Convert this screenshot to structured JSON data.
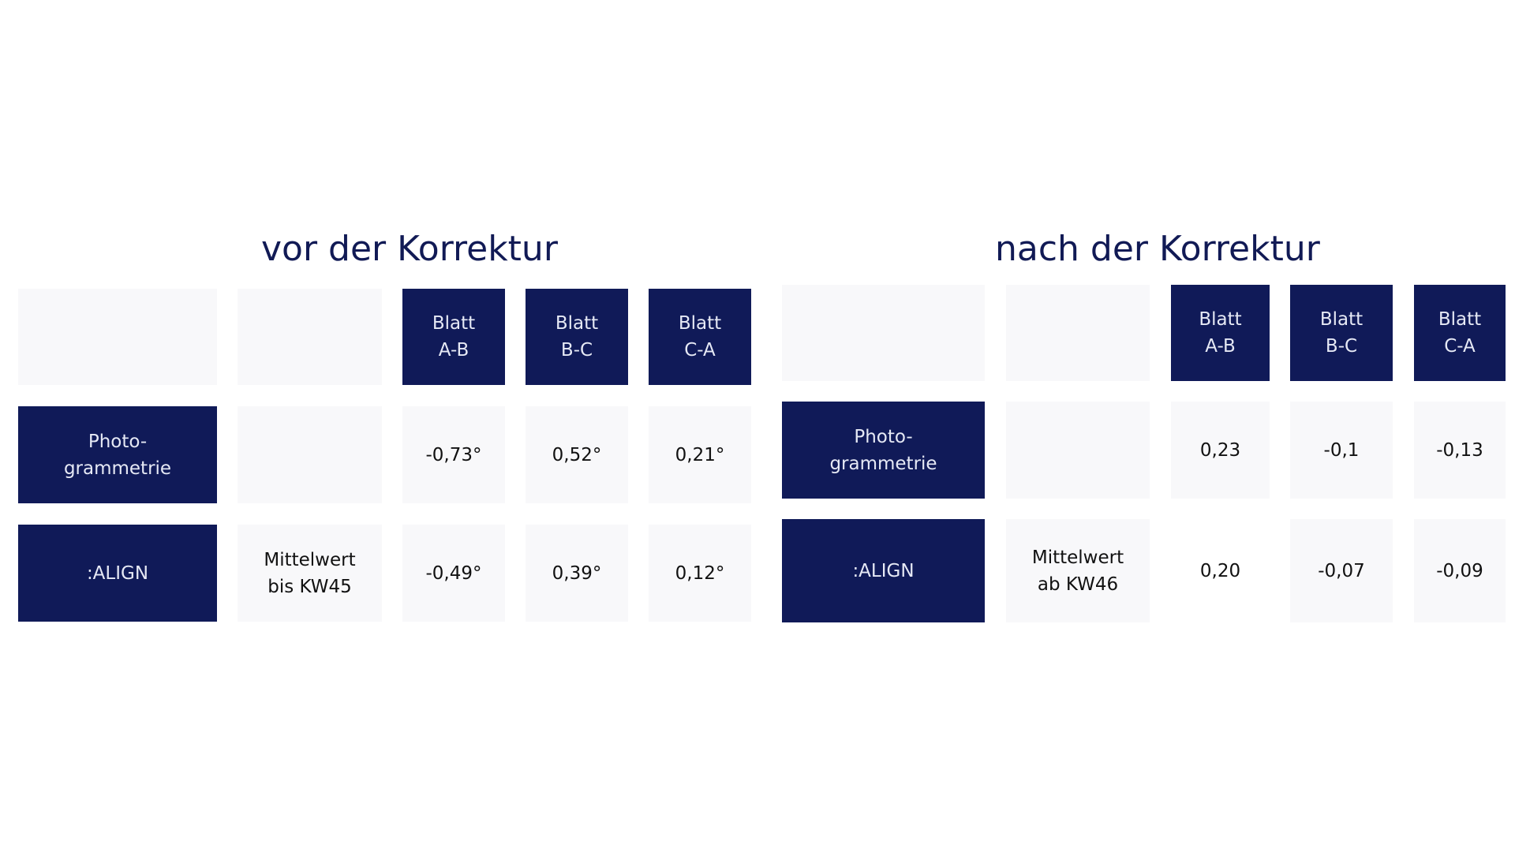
{
  "panels": {
    "before": {
      "title": "vor der Korrektur",
      "headers": [
        "Blatt\nA-B",
        "Blatt\nB-C",
        "Blatt\nC-A"
      ],
      "rows": [
        {
          "label": "Photo-\ngrammetrie",
          "note": "",
          "values": [
            "-0,73°",
            "0,52°",
            "0,21°"
          ]
        },
        {
          "label": ":ALIGN",
          "note": "Mittelwert\nbis KW45",
          "values": [
            "-0,49°",
            "0,39°",
            "0,12°"
          ]
        }
      ]
    },
    "after": {
      "title": "nach der Korrektur",
      "headers": [
        "Blatt\nA-B",
        "Blatt\nB-C",
        "Blatt\nC-A"
      ],
      "rows": [
        {
          "label": "Photo-\ngrammetrie",
          "note": "",
          "values": [
            "0,23",
            "-0,1",
            "-0,13"
          ]
        },
        {
          "label": ":ALIGN",
          "note": "Mittelwert\nab KW46",
          "values": [
            "0,20",
            "-0,07",
            "-0,09"
          ]
        }
      ]
    }
  },
  "colors": {
    "dark_cell": "#101a58",
    "light_cell": "#f8f8fa",
    "title_text": "#111a55"
  }
}
